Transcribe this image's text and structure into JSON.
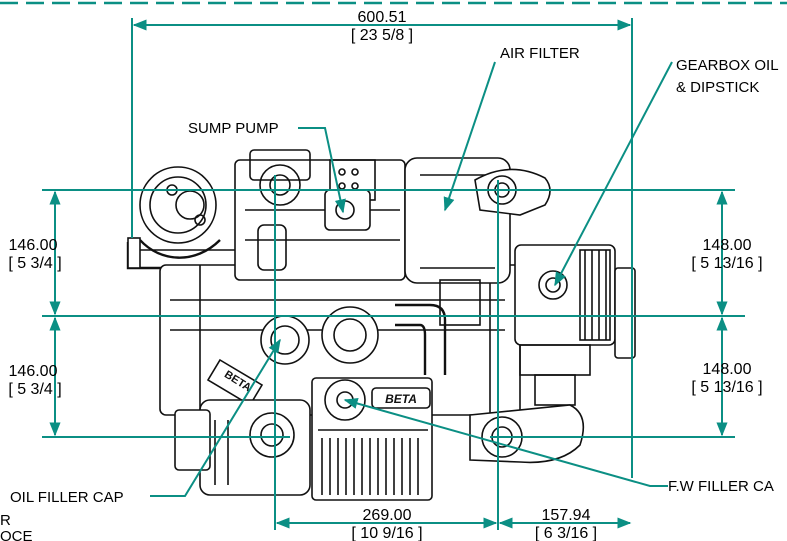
{
  "dimensions": {
    "overall_width": {
      "metric": "600.51",
      "imperial": "[ 23 5/8 ]"
    },
    "left_upper": {
      "metric": "146.00",
      "imperial": "[ 5 3/4 ]"
    },
    "left_lower": {
      "metric": "146.00",
      "imperial": "[ 5 3/4 ]"
    },
    "right_upper": {
      "metric": "148.00",
      "imperial": "[ 5 13/16 ]"
    },
    "right_lower": {
      "metric": "148.00",
      "imperial": "[ 5 13/16 ]"
    },
    "bottom_mid": {
      "metric": "269.00",
      "imperial": "[ 10 9/16 ]"
    },
    "bottom_right": {
      "metric": "157.94",
      "imperial": "[ 6 3/16 ]"
    }
  },
  "labels": {
    "air_filter": "AIR FILTER",
    "gearbox_oil_1": "GEARBOX OIL",
    "gearbox_oil_2": "& DIPSTICK",
    "sump_pump": "SUMP PUMP",
    "oil_filler_cap": "OIL FILLER CAP",
    "fw_filler_cap": "F.W FILLER CA",
    "badge_top": "BETA",
    "badge_side": "BETA",
    "cut_left_1": "R",
    "cut_left_2": "OCE"
  },
  "colors": {
    "leader": "#0b8f84",
    "ink": "#111111",
    "background": "#ffffff"
  }
}
